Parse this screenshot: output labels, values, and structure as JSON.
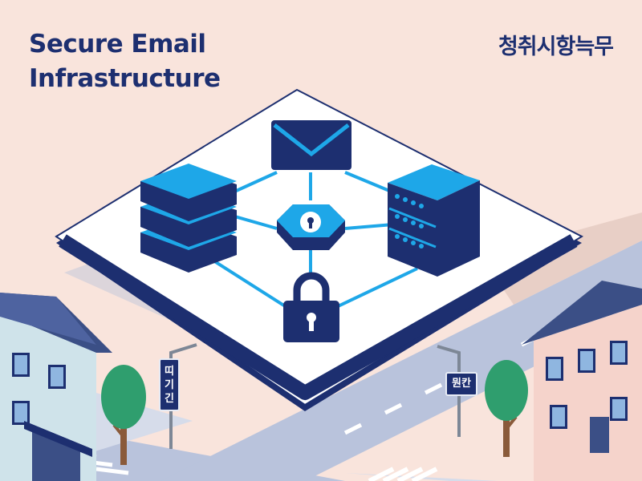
{
  "title": {
    "line1": "Secure Email",
    "line2": "Infrastructure"
  },
  "korean_title": "청취시항늑무",
  "street_signs": {
    "left": [
      "띠",
      "기",
      "긴"
    ],
    "right": "뭔칸"
  },
  "icons": [
    "email-envelope-icon",
    "database-stack-icon",
    "server-rack-icon",
    "keyhole-hexagon-icon",
    "padlock-icon"
  ],
  "colors": {
    "background": "#f9e4dc",
    "navy": "#1d2f70",
    "accent_blue": "#1ea7e8",
    "platform": "#ffffff",
    "road": "#b9c3dc",
    "tree_green": "#2f9e6e"
  }
}
